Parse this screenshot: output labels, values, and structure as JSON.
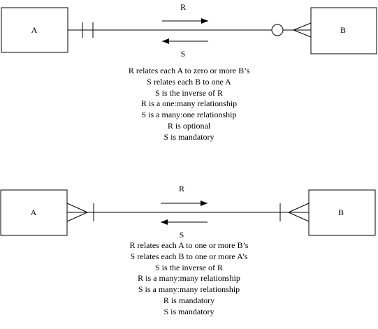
{
  "diagram_top": {
    "entity_a": "A",
    "entity_b": "B",
    "forward_label": "R",
    "reverse_label": "S",
    "description": [
      "R relates each A to zero or more B’s",
      "S relates each B to one A",
      "S is the inverse of R",
      "R is a one:many relationship",
      "S is a many:one relationship",
      "R is optional",
      "S is mandatory"
    ]
  },
  "diagram_bottom": {
    "entity_a": "A",
    "entity_b": "B",
    "forward_label": "R",
    "reverse_label": "S",
    "description": [
      "R relates each A to one or more B’s",
      "S relates each B to one or more A’s",
      "S is the inverse of R",
      "R is a many:many relationship",
      "S is a many:many relationship",
      "R is mandatory",
      "S is mandatory"
    ]
  }
}
